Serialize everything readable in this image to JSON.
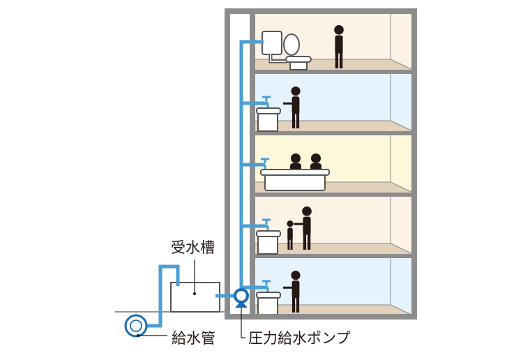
{
  "labels": {
    "receiving_tank": "受水槽",
    "supply_pipe": "給水管",
    "booster_pump": "圧力給水ポンプ"
  },
  "colors": {
    "pipe": "#4a9fd4",
    "pump": "#1a6db3",
    "building_frame": "#8c8c8c",
    "floor": "#e2d2bb",
    "room_peach": "#fdf2e6",
    "room_blue": "#e7f3fc",
    "room_yellow": "#fdf8d9",
    "figure": "#231815"
  },
  "floors": [
    {
      "fixture": "toilet-icon",
      "room": "room_peach"
    },
    {
      "fixture": "sink-icon",
      "room": "room_blue"
    },
    {
      "fixture": "bathtub-icon",
      "room": "room_yellow"
    },
    {
      "fixture": "sink-icon",
      "room": "room_peach"
    },
    {
      "fixture": "sink-icon",
      "room": "room_blue"
    }
  ]
}
